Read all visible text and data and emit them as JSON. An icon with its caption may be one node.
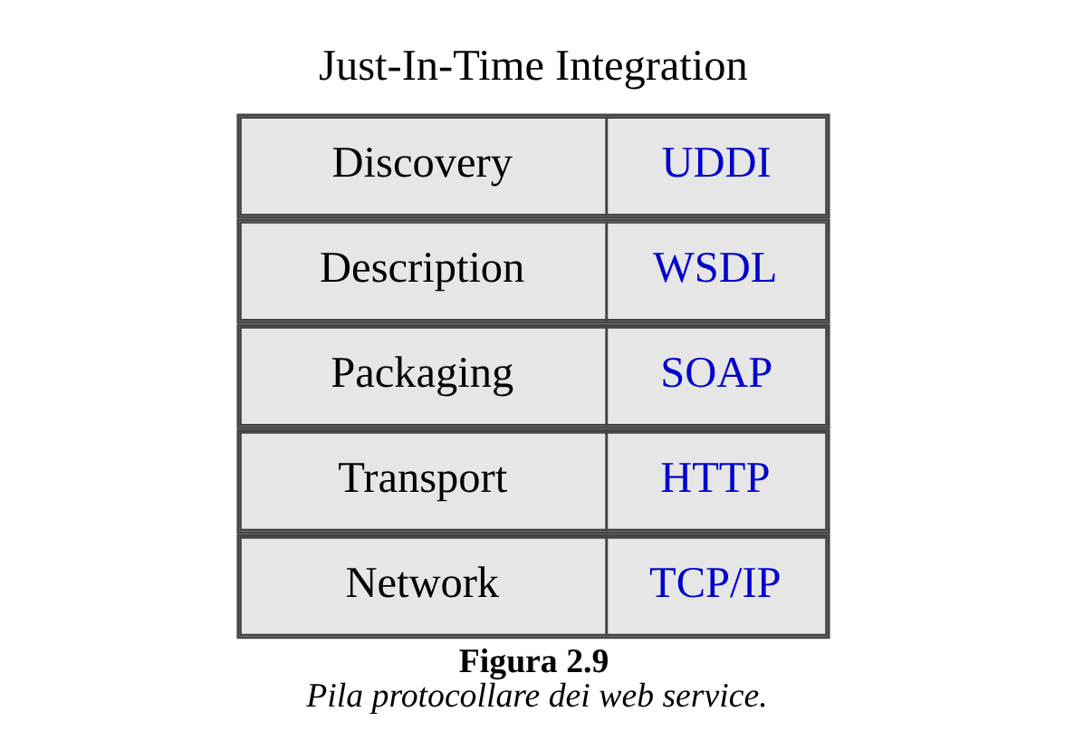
{
  "diagram": {
    "title": "Figura 2.9",
    "caption": "Pila protocollare dei web service.",
    "nodes": [
      {
        "text": [
          "Discovery",
          "UDDI"
        ]
      },
      {
        "text": [
          "Description",
          "WSDL"
        ]
      },
      {
        "text": [
          "Packaging",
          "SOAP"
        ]
      },
      {
        "text": [
          "Transport",
          "HTTP"
        ]
      },
      {
        "text": [
          "Network",
          "TCP/IP"
        ]
      }
    ],
    "edges": [],
    "labels": [
      "Just-In-Time Integration"
    ]
  }
}
